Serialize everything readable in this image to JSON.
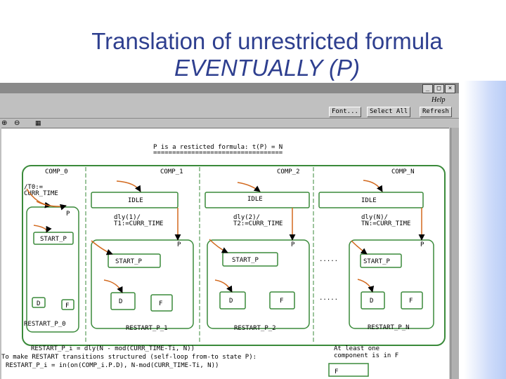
{
  "slide": {
    "title_line1": "Translation of unrestricted formula",
    "title_line2": "EVENTUALLY (P)"
  },
  "window": {
    "help_label": "Help",
    "toolbar": {
      "font_label": "Font...",
      "select_all_label": "Select All",
      "refresh_label": "Refresh"
    }
  },
  "diagram": {
    "header_line1": "P is a resticted formula:  t(P) = N",
    "header_line2": "==================================",
    "comp_labels": [
      "COMP_0",
      "COMP_1",
      "COMP_2",
      "COMP_N"
    ],
    "init_line1": "/T0:=",
    "init_line2": "CURR_TIME",
    "idle_label": "IDLE",
    "dly_labels": [
      "dly(1)/",
      "dly(2)/",
      "dly(N)/"
    ],
    "time_labels": [
      "T1:=CURR_TIME",
      "T2:=CURR_TIME",
      "TN:=CURR_TIME"
    ],
    "p_label": "P",
    "start_label": "START_P",
    "d_label": "D",
    "f_label": "F",
    "dots": ".....",
    "restart_labels": [
      "RESTART_P_0",
      "RESTART_P_1",
      "RESTART_P_2",
      "RESTART_P_N"
    ],
    "footer": [
      "RESTART_P_i = dly(N - mod(CURR_TIME-Ti, N))",
      "To make RESTART transitions structured (self-loop from-to state P):",
      "RESTART_P_i = in(on(COMP_i.P.D), N-mod(CURR_TIME-Ti, N))"
    ],
    "legend_line1": "At least one",
    "legend_line2": "component is in F",
    "legend_f": "F"
  }
}
